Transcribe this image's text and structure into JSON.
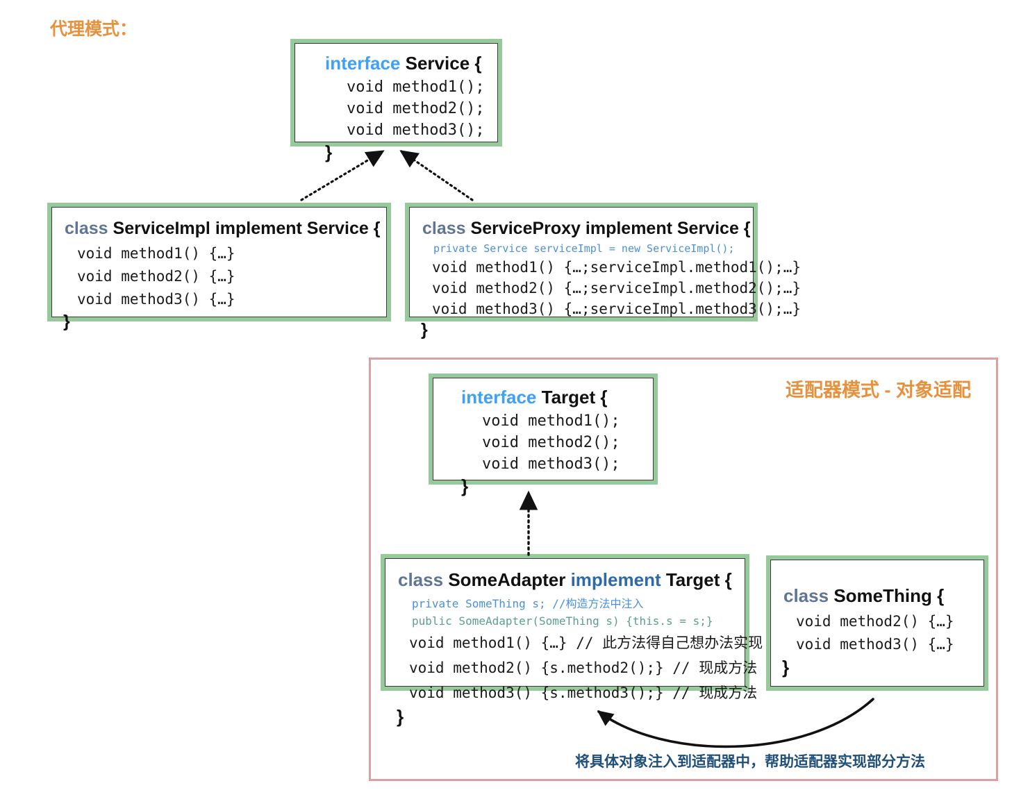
{
  "page": {
    "proxy_section_title": "代理模式：",
    "adapter_section_title": "适配器模式 - 对象适配",
    "adapter_caption": "将具体对象注入到适配器中，帮助适配器实现部分方法"
  },
  "colors": {
    "box_border_green": "#97ca9b",
    "group_border_pink": "#dba0a0",
    "accent_orange": "#e8913c",
    "keyword_interface_blue": "#3fa0f5",
    "keyword_class_slate": "#5f7593",
    "keyword_implement_blue": "#2f6aa8",
    "code_field_blue": "#4a90d9",
    "code_ctor_teal": "#5b9e90",
    "caption_navy": "#1f4e79",
    "code_black": "#1a1a1a"
  },
  "boxes": {
    "service": {
      "keyword": "interface",
      "name": "Service {",
      "lines": [
        "void method1();",
        "void method2();",
        "void method3();"
      ],
      "close": "}"
    },
    "service_impl": {
      "keyword": "class",
      "name": "ServiceImpl implement Service {",
      "lines": [
        "void method1() {…}",
        "void method2() {…}",
        "void method3() {…}"
      ],
      "close": "}"
    },
    "service_proxy": {
      "keyword": "class",
      "name": "ServiceProxy implement Service {",
      "field": "private Service serviceImpl = new ServiceImpl();",
      "lines": [
        "void method1() {…;serviceImpl.method1();…}",
        "void method2() {…;serviceImpl.method2();…}",
        "void method3() {…;serviceImpl.method3();…}"
      ],
      "close": "}"
    },
    "target": {
      "keyword": "interface",
      "name": "Target {",
      "lines": [
        "void method1();",
        "void method2();",
        "void method3();"
      ],
      "close": "}"
    },
    "some_adapter": {
      "keyword": "class",
      "name": "SomeAdapter ",
      "keyword2": "implement",
      "name2": " Target {",
      "field": "private SomeThing s; //构造方法中注入",
      "constructor": "public SomeAdapter(SomeThing s) {this.s = s;}",
      "lines": [
        "void method1() {…} // 此方法得自己想办法实现",
        "void method2() {s.method2();} // 现成方法",
        "void method3() {s.method3();} // 现成方法"
      ],
      "close": "}"
    },
    "some_thing": {
      "keyword": "class",
      "name": "SomeThing {",
      "lines": [
        "void method2() {…}",
        "void method3() {…}"
      ],
      "close": "}"
    }
  },
  "connectors": [
    {
      "name": "serviceimpl-implements-service",
      "style": "dotted",
      "arrow": "filled-triangle"
    },
    {
      "name": "serviceproxy-implements-service",
      "style": "dotted",
      "arrow": "filled-triangle"
    },
    {
      "name": "someadapter-implements-target",
      "style": "dotted",
      "arrow": "filled-triangle"
    },
    {
      "name": "something-injected-into-someadapter",
      "style": "solid-curve",
      "arrow": "filled-triangle"
    }
  ]
}
